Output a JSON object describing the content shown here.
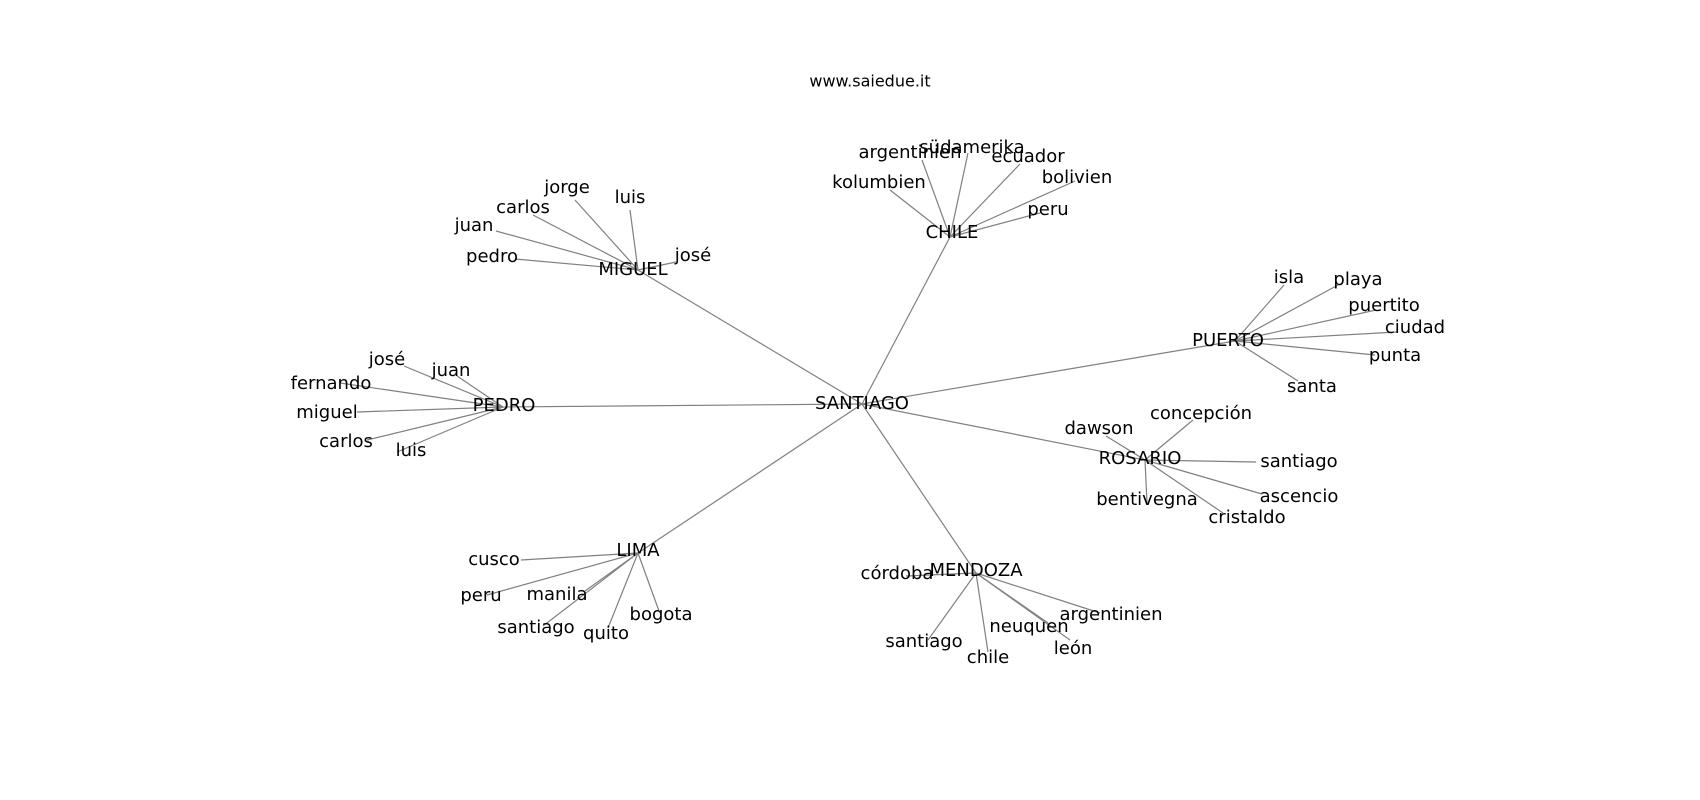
{
  "watermark": "www.saiedue.it",
  "graph": {
    "center": "SANTIAGO",
    "hubs": [
      {
        "id": "miguel",
        "label": "MIGUEL",
        "leaves": [
          "jorge",
          "luis",
          "carlos",
          "juan",
          "pedro",
          "josé"
        ]
      },
      {
        "id": "chile",
        "label": "CHILE",
        "leaves": [
          "argentinien",
          "südamerika",
          "ecuador",
          "kolumbien",
          "bolivien",
          "peru"
        ]
      },
      {
        "id": "puerto",
        "label": "PUERTO",
        "leaves": [
          "isla",
          "playa",
          "puertito",
          "ciudad",
          "punta",
          "santa"
        ]
      },
      {
        "id": "pedro",
        "label": "PEDRO",
        "leaves": [
          "josé",
          "juan",
          "fernando",
          "miguel",
          "carlos",
          "luis"
        ]
      },
      {
        "id": "rosario",
        "label": "ROSARIO",
        "leaves": [
          "concepción",
          "dawson",
          "santiago",
          "ascencio",
          "bentivegna",
          "cristaldo"
        ]
      },
      {
        "id": "lima",
        "label": "LIMA",
        "leaves": [
          "cusco",
          "peru",
          "manila",
          "santiago",
          "quito",
          "bogota"
        ]
      },
      {
        "id": "mendoza",
        "label": "MENDOZA",
        "leaves": [
          "córdoba",
          "argentinien",
          "neuquen",
          "santiago",
          "chile",
          "león"
        ]
      }
    ]
  }
}
